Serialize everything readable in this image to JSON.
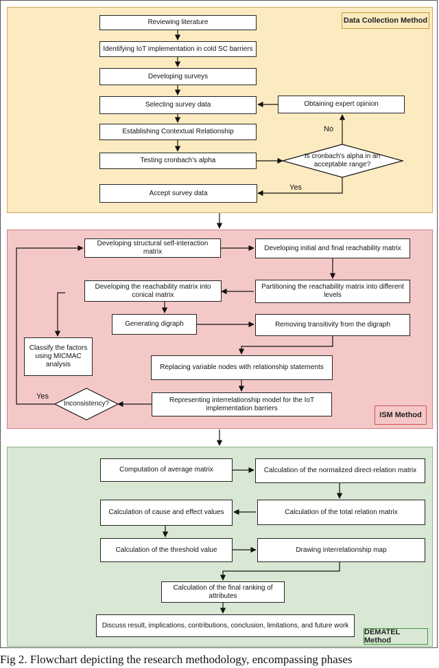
{
  "sections": {
    "data_collection": "Data Collection Method",
    "ism": "ISM Method",
    "dematel": "DEMATEL Method"
  },
  "data_collection": {
    "reviewing": "Reviewing literature",
    "identifying": "Identifying IoT implementation in cold SC barriers",
    "developing_surveys": "Developing surveys",
    "selecting": "Selecting survey data",
    "expert": "Obtaining expert opinion",
    "establishing": "Establishing Contextual Relationship",
    "testing": "Testing cronbach's alpha",
    "decision": "Is cronbach's alpha in an acceptable range?",
    "accept": "Accept survey data",
    "no_label": "No",
    "yes_label": "Yes"
  },
  "ism": {
    "ssim": "Developing structural self-interaction matrix",
    "reach_initial": "Developing initial and final reachability matrix",
    "reach_conical": "Developing the reachability matrix into conical matrix",
    "partitioning": "Partitioning the reachability matrix into different levels",
    "digraph": "Generating digraph",
    "transitivity": "Removing transitivity from the digraph",
    "micmac": "Classify the factors using MICMAC analysis",
    "replacing": "Replacing variable nodes with relationship statements",
    "inconsistency": "Inconsistency?",
    "representing": "Representing interrelationship model for the IoT implementation barriers",
    "yes_label": "Yes"
  },
  "dematel": {
    "average": "Computation of average matrix",
    "normalized": "Calculation of the normalized direct-relation matrix",
    "cause_effect": "Calculation of cause and effect values",
    "total": "Calculation of the total relation matrix",
    "threshold": "Calculation of the threshold value",
    "map": "Drawing interrelationship map",
    "ranking": "Calculation of the final ranking of attributes",
    "discuss": "Discuss result, implications, contributions, conclusion, limitations, and future work"
  },
  "caption": "Fig 2. Flowchart depicting the research methodology, encompassing phases"
}
